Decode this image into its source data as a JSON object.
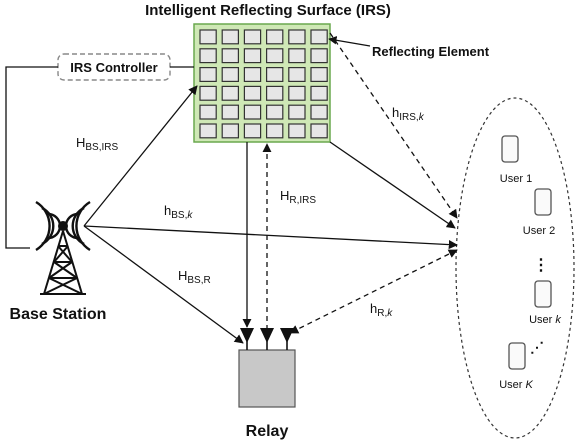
{
  "irs": {
    "title": "Intelligent Reflecting Surface (IRS)",
    "element_label": "Reflecting Element",
    "grid": {
      "rows": 6,
      "cols": 6
    },
    "fill_color": "#cfe8b6",
    "border_color": "#6aa84f"
  },
  "controller": {
    "label": "IRS Controller"
  },
  "base_station": {
    "label": "Base Station"
  },
  "relay": {
    "label": "Relay",
    "fill_color": "#c8c8c8"
  },
  "channels": {
    "bs_irs": {
      "main": "H",
      "sub": "BS,IRS"
    },
    "bs_k": {
      "main": "h",
      "sub": "BS,",
      "sub_it": "k"
    },
    "bs_r": {
      "main": "H",
      "sub": "BS,R"
    },
    "r_irs": {
      "main": "H",
      "sub": "R,IRS"
    },
    "irs_k": {
      "main": "h",
      "sub": "IRS,",
      "sub_it": "k"
    },
    "r_k": {
      "main": "h",
      "sub": "R,",
      "sub_it": "k"
    }
  },
  "users": {
    "user1": {
      "text": "User 1"
    },
    "user2": {
      "text": "User 2"
    },
    "userk": {
      "prefix": "User ",
      "var": "k"
    },
    "userK": {
      "prefix": "User ",
      "var": "K"
    },
    "ellipsis1": "⋮",
    "ellipsis2": "⋰"
  }
}
